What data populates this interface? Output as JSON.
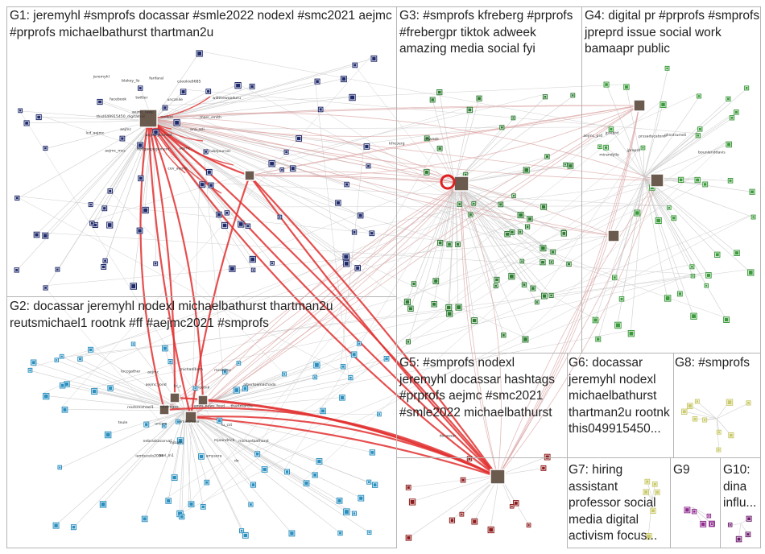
{
  "colors": {
    "background": "#ffffff",
    "panel_border": "#b4b4b4",
    "edge_red": "#e23030",
    "edge_gray": "#cfcfcf",
    "edge_pink": "#d9a0a0",
    "node_g1": "#1f2a6b",
    "node_g2": "#2a8fbf",
    "node_g3": "#2e7d32",
    "node_g4": "#3b9a3b",
    "node_g5": "#8e1b1b",
    "node_g8": "#c9c96a",
    "node_g9": "#8e2a8e",
    "node_g10": "#6a1b6a"
  },
  "groups": [
    {
      "id": "g1",
      "label": "G1: jeremyhl #smprofs docassar #smle2022 nodexl #smc2021 aejmc #prprofs michaelbathurst thartman2u"
    },
    {
      "id": "g2",
      "label": "G2: docassar jeremyhl nodexl michaelbathurst thartman2u reutsmichael1 rootnk #ff #aejmc2021 #smprofs"
    },
    {
      "id": "g3",
      "label": "G3: #smprofs kfreberg #prprofs #frebergpr tiktok adweek amazing media social fyi"
    },
    {
      "id": "g4",
      "label": "G4: digital pr #prprofs #smprofs jpreprd issue social work bamaapr public"
    },
    {
      "id": "g5",
      "label": "G5: #smprofs nodexl jeremyhl docassar hashtags #prprofs aejmc #smc2021 #smle2022 michaelbathurst"
    },
    {
      "id": "g6",
      "label": "G6: docassar jeremyhl nodexl michaelbathurst thartman2u rootnk this049915450..."
    },
    {
      "id": "g7",
      "label": "G7: hiring assistant professor social media digital activism focus..."
    },
    {
      "id": "g8",
      "label": "G8: #smprofs"
    },
    {
      "id": "g9",
      "label": "G9"
    },
    {
      "id": "g10",
      "label": "G10: dina influ..."
    }
  ],
  "node_labels": {
    "g1": [
      "jeremyhl",
      "blakey_liz",
      "fanfaral",
      "coookie6685",
      "willthewooduru",
      "facebook",
      "twitter",
      "uncanlie",
      "marc_smith",
      "thisl049915450_digitalmic",
      "aejmc_lawp",
      "nodexl",
      "ana_adi",
      "lcd_aejmc",
      "aejmc",
      "aejmc_comsat",
      "aejmc",
      "lubejournal",
      "aejmc_mcs",
      "keeganpegement",
      "cev_aejmc"
    ],
    "g2": [
      "loccgather",
      "aejmc",
      "michaelbath",
      "mcaejmc",
      "albertoemachado",
      "aejmc_lond",
      "fir_c",
      "rootnk",
      "thartman2u",
      "reutsmichael1",
      "mlstragas",
      "emm_news_feed",
      "lu_cst",
      "teule",
      "uncsm",
      "emiechuse",
      "mjoandrick",
      "michaelbathurst",
      "nebraskacorvaf",
      "mjbath",
      "amysera",
      "do",
      "iamtucelo2004",
      "mel_m1"
    ],
    "g3": [
      "kfreberg",
      "adweek"
    ],
    "g4": [
      "aejmc_prd",
      "jpreprd",
      "prssaducatore",
      "glinstrumeli",
      "bounlanddavis",
      "mirandyllo",
      "jpreprd"
    ],
    "g5": [
      "docassar"
    ]
  }
}
